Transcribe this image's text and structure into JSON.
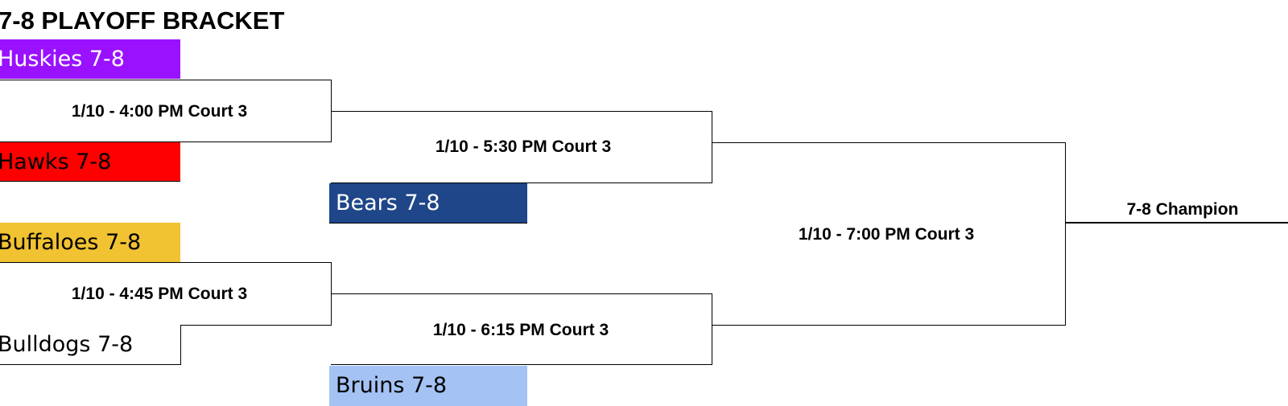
{
  "title": "7-8 PLAYOFF BRACKET",
  "round1": {
    "game1": {
      "time": "1/10 - 4:00 PM Court 3",
      "top_team": {
        "label": "Huskies 7-8",
        "color": "#9A11FF",
        "text_color": "#ffffff"
      },
      "bottom_team": {
        "label": "Hawks 7-8",
        "color": "#FF0000",
        "text_color": "#000000"
      }
    },
    "game2": {
      "time": "1/10 - 4:45 PM Court 3",
      "top_team": {
        "label": "Buffaloes 7-8",
        "color": "#F1C232",
        "text_color": "#000000"
      },
      "bottom_team": {
        "label": "Bulldogs 7-8",
        "color": "#ffffff",
        "text_color": "#000000"
      }
    }
  },
  "round2": {
    "game1": {
      "time": "1/10 - 5:30 PM Court 3",
      "bye_team": {
        "label": "Bears 7-8",
        "color": "#1F4688",
        "text_color": "#ffffff"
      }
    },
    "game2": {
      "time": "1/10 - 6:15 PM Court 3",
      "bye_team": {
        "label": "Bruins 7-8",
        "color": "#A4C2F4",
        "text_color": "#000000"
      }
    }
  },
  "final": {
    "time": "1/10 - 7:00 PM Court 3",
    "champion_label": "7-8 Champion"
  }
}
